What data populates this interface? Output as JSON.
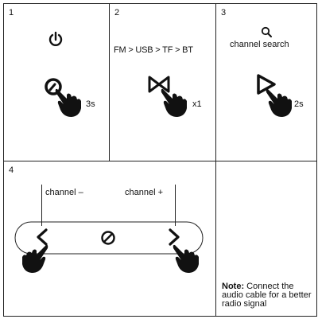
{
  "panels": [
    {
      "number": "1",
      "hold_time": "3s"
    },
    {
      "number": "2",
      "sequence": "FM > USB > TF > BT",
      "press_count": "x1"
    },
    {
      "number": "3",
      "title": "channel search",
      "hold_time": "2s"
    },
    {
      "number": "4",
      "label_left": "channel –",
      "label_right": "channel +"
    }
  ],
  "note": {
    "prefix": "Note:",
    "text": "Connect the audio cable for a better radio signal"
  },
  "icons": {
    "panel1": [
      "power-icon",
      "power-button-icon",
      "hand-pointer-icon"
    ],
    "panel2": [
      "mode-button-icon",
      "hand-pointer-icon"
    ],
    "panel3": [
      "search-icon",
      "play-button-icon",
      "hand-pointer-icon"
    ],
    "panel4": [
      "previous-button-icon",
      "stop-button-icon",
      "next-button-icon",
      "hand-pointer-icon"
    ]
  }
}
